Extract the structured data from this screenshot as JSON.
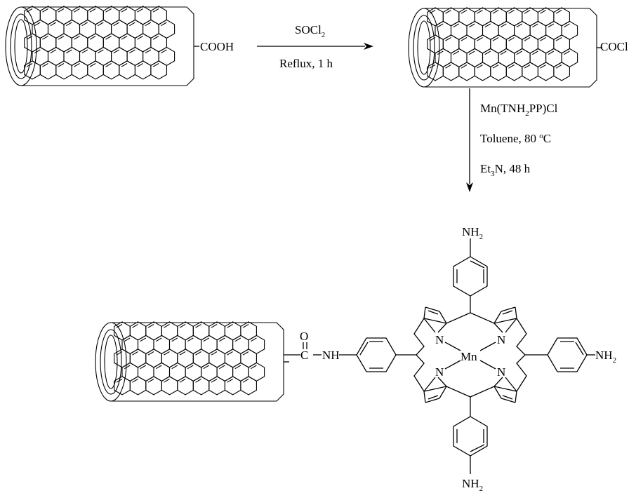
{
  "tubes": {
    "start_group": "COOH",
    "acid_chloride_group": "COCl",
    "amide_c": "C",
    "amide_o": "O",
    "amide_nh": "NH"
  },
  "step1": {
    "reagent_main": "SOCl",
    "reagent_sub": "2",
    "condition": "Reflux, 1 h"
  },
  "step2": {
    "reagent_a": "Mn(TNH",
    "reagent_sub": "2",
    "reagent_b": "PP)Cl",
    "solvent": "Toluene, 80 ",
    "deg": "o",
    "deg_unit": "C",
    "base_a": "Et",
    "base_sub": "3",
    "base_b": "N, 48 h"
  },
  "porphyrin": {
    "metal": "Mn",
    "nitrogen": "N",
    "amine": "NH",
    "amine_sub": "2"
  }
}
